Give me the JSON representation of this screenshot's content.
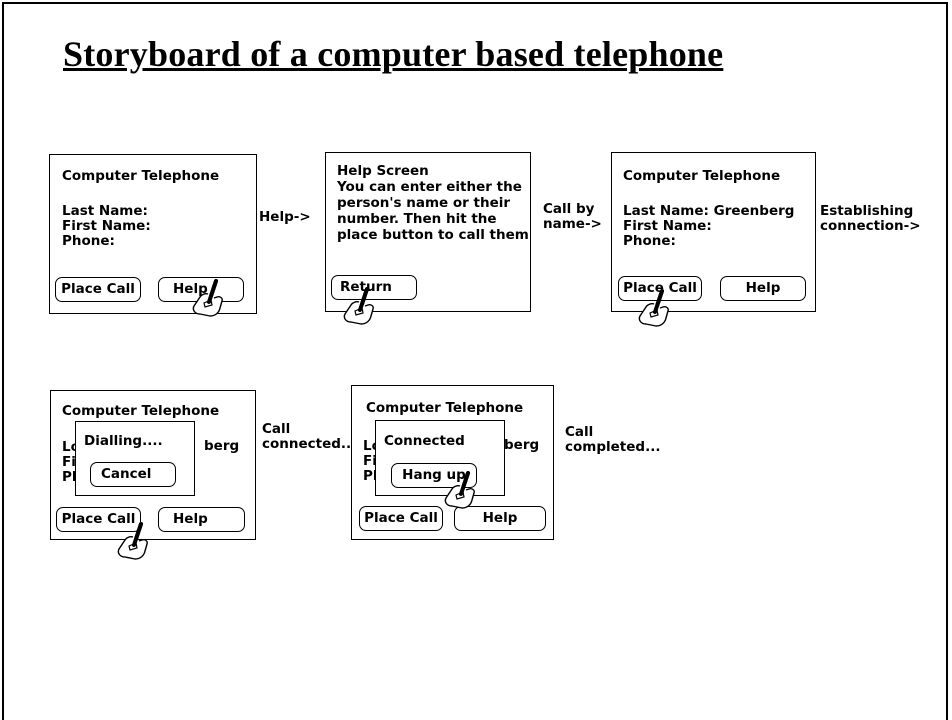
{
  "title": "Storyboard of a computer based telephone",
  "screens": {
    "main": {
      "title": "Computer Telephone",
      "last_name": "Last Name:",
      "first_name": "First Name:",
      "phone": "Phone:",
      "place_call": "Place Call",
      "help": "Help"
    },
    "help_screen": {
      "lines": [
        "Help Screen",
        "You can enter either the",
        "person's name or their",
        "number. Then hit the",
        "place button to call them"
      ],
      "return": "Return"
    },
    "filled": {
      "title": "Computer Telephone",
      "last_name": "Last Name: Greenberg",
      "first_name": "First Name:",
      "phone": "Phone:",
      "place_call": "Place Call",
      "help": "Help"
    },
    "dialling": {
      "title": "Computer Telephone",
      "partial_left_1": "Lo",
      "partial_left_2": "Fi",
      "partial_left_3": "Pl",
      "partial_right": "berg",
      "popup_text": "Dialling....",
      "cancel": "Cancel",
      "place_call": "Place Call",
      "help": "Help"
    },
    "connected": {
      "title": "Computer Telephone",
      "partial_left_1": "Lo",
      "partial_left_2": "Fi",
      "partial_left_3": "Pl",
      "partial_right": "berg",
      "popup_text": "Connected",
      "hang_up": "Hang up",
      "place_call": "Place Call",
      "help": "Help"
    }
  },
  "transitions": {
    "help": "Help->",
    "call_by_name_1": "Call by",
    "call_by_name_2": "name->",
    "establishing_1": "Establishing",
    "establishing_2": "connection->",
    "call_connected_1": "Call",
    "call_connected_2": "connected...",
    "call_completed_1": "Call",
    "call_completed_2": "completed..."
  },
  "icons": [
    "pointing-hand-icon"
  ]
}
